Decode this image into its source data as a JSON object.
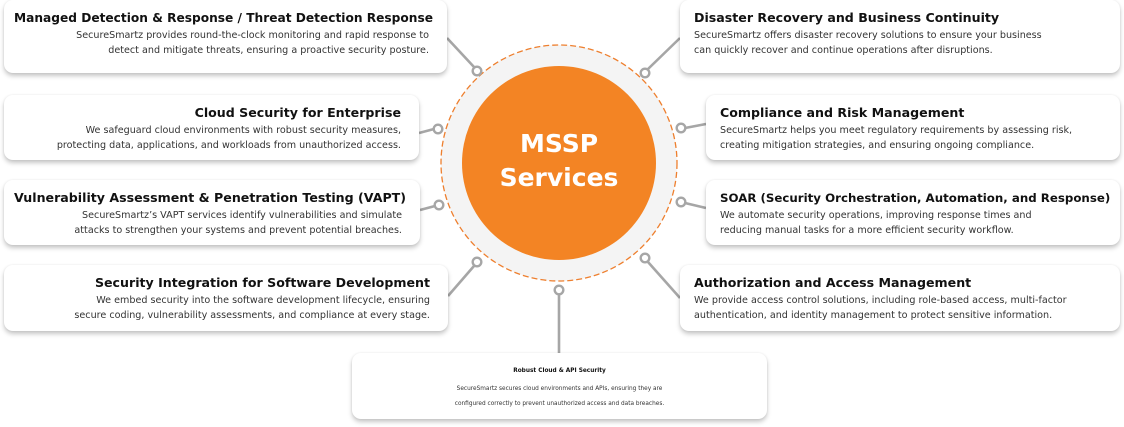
{
  "hub": {
    "line1": "MSSP",
    "line2": "Services",
    "color": "#F38424",
    "ring_color": "#F4F4F4",
    "dash_color": "#EE7F2E"
  },
  "connector_color": "#A6A6A6",
  "services": [
    {
      "id": "mdr",
      "title": "Managed Detection & Response / Threat Detection Response",
      "lines": [
        "SecureSmartz provides round-the-clock monitoring and rapid response to",
        "detect and mitigate threats, ensuring a proactive security posture."
      ]
    },
    {
      "id": "cloud-enterprise",
      "title": "Cloud Security for Enterprise",
      "lines": [
        "We safeguard cloud environments with robust security measures,",
        "protecting data, applications, and workloads from unauthorized access."
      ]
    },
    {
      "id": "vapt",
      "title": "Vulnerability Assessment & Penetration Testing (VAPT)",
      "lines": [
        "SecureSmartz’s VAPT services identify vulnerabilities and simulate",
        "attacks to strengthen your systems and prevent potential breaches."
      ]
    },
    {
      "id": "secure-dev",
      "title": "Security Integration for Software Development",
      "lines": [
        "We embed security into the software development lifecycle, ensuring",
        "secure coding, vulnerability assessments, and compliance at every stage."
      ]
    },
    {
      "id": "disaster-recovery",
      "title": "Disaster Recovery and Business Continuity",
      "lines": [
        "SecureSmartz offers disaster recovery solutions to ensure your business",
        "can quickly recover and continue operations after disruptions."
      ]
    },
    {
      "id": "compliance",
      "title": "Compliance and Risk Management",
      "lines": [
        "SecureSmartz helps you meet regulatory requirements by assessing risk,",
        "creating mitigation strategies, and ensuring ongoing compliance."
      ]
    },
    {
      "id": "soar",
      "title": "SOAR (Security Orchestration, Automation, and Response)",
      "lines": [
        "We automate security operations, improving response times and",
        "reducing manual tasks for a more efficient security workflow."
      ]
    },
    {
      "id": "iam",
      "title": "Authorization and Access Management",
      "lines": [
        "We provide access control solutions, including role-based access, multi-factor",
        "authentication, and identity management to protect sensitive information."
      ]
    },
    {
      "id": "cloud-api",
      "title": "Robust Cloud & API Security",
      "lines": [
        "SecureSmartz secures cloud environments and APIs, ensuring they are",
        "configured correctly to prevent unauthorized access and data breaches."
      ]
    }
  ]
}
